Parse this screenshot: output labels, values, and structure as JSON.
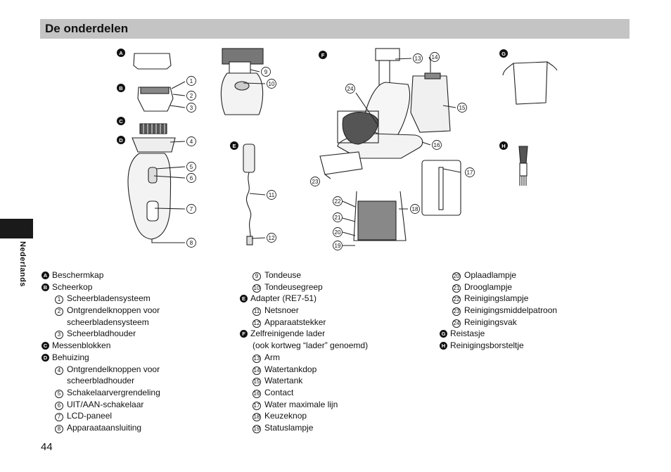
{
  "section_title": "De onderdelen",
  "side_label": "Nederlands",
  "page_number": "44",
  "figure": {
    "badges": [
      "A",
      "B",
      "C",
      "D",
      "E",
      "F",
      "G",
      "H"
    ],
    "callouts": [
      "1",
      "2",
      "3",
      "4",
      "5",
      "6",
      "7",
      "8",
      "9",
      "10",
      "11",
      "12",
      "13",
      "14",
      "15",
      "16",
      "17",
      "18",
      "19",
      "20",
      "21",
      "22",
      "23",
      "24"
    ]
  },
  "legend": {
    "col1": [
      {
        "badge": "A",
        "text": "Beschermkap"
      },
      {
        "badge": "B",
        "text": "Scheerkop"
      },
      {
        "num": "1",
        "text": "Scheerbladensysteem"
      },
      {
        "num": "2",
        "text": "Ontgrendelknoppen voor"
      },
      {
        "text": "scheerbladensysteem"
      },
      {
        "num": "3",
        "text": "Scheerbladhouder"
      },
      {
        "badge": "C",
        "text": "Messenblokken"
      },
      {
        "badge": "D",
        "text": "Behuizing"
      },
      {
        "num": "4",
        "text": "Ontgrendelknoppen voor"
      },
      {
        "text": "scheerbladhouder"
      },
      {
        "num": "5",
        "text": "Schakelaarvergrendeling"
      },
      {
        "num": "6",
        "text": "UIT/AAN-schakelaar"
      },
      {
        "num": "7",
        "text": "LCD-paneel"
      },
      {
        "num": "8",
        "text": "Apparaataansluiting"
      }
    ],
    "col2": [
      {
        "num": "9",
        "text": "Tondeuse"
      },
      {
        "num": "10",
        "text": "Tondeusegreep"
      },
      {
        "badge": "E",
        "text": "Adapter (RE7-51)"
      },
      {
        "num": "11",
        "text": "Netsnoer"
      },
      {
        "num": "12",
        "text": "Apparaatstekker"
      },
      {
        "badge": "F",
        "text": "Zelfreinigende lader"
      },
      {
        "text": "(ook kortweg “lader” genoemd)"
      },
      {
        "num": "13",
        "text": "Arm"
      },
      {
        "num": "14",
        "text": "Watertankdop"
      },
      {
        "num": "15",
        "text": "Watertank"
      },
      {
        "num": "16",
        "text": "Contact"
      },
      {
        "num": "17",
        "text": "Water maximale lijn"
      },
      {
        "num": "18",
        "text": "Keuzeknop"
      },
      {
        "num": "19",
        "text": "Statuslampje"
      }
    ],
    "col3": [
      {
        "num": "20",
        "text": "Oplaadlampje"
      },
      {
        "num": "21",
        "text": "Drooglampje"
      },
      {
        "num": "22",
        "text": "Reinigingslampje"
      },
      {
        "num": "23",
        "text": "Reinigingsmiddelpatroon"
      },
      {
        "num": "24",
        "text": "Reinigingsvak"
      },
      {
        "badge": "G",
        "text": "Reistasje"
      },
      {
        "badge": "H",
        "text": "Reinigingsborsteltje"
      }
    ]
  }
}
